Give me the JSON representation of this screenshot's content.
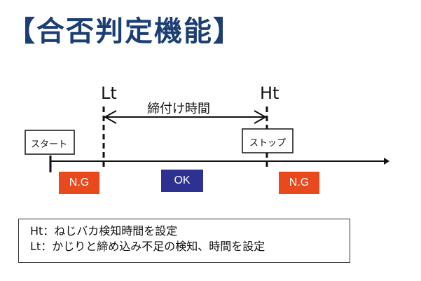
{
  "title": "【合否判定機能】",
  "diagram": {
    "start_label": "スタート",
    "stop_label": "ストップ",
    "lt_label": "Lt",
    "ht_label": "Ht",
    "duration_label": "締付け時間",
    "status": {
      "left": {
        "text": "N.G",
        "color": "#e8491d"
      },
      "middle": {
        "text": "OK",
        "color": "#2e3192"
      },
      "right": {
        "text": "N.G",
        "color": "#e8491d"
      }
    }
  },
  "notes": [
    "Ht：ねじバカ検知時間を設定",
    "Lt：かじりと締め込み不足の検知、時間を設定"
  ]
}
